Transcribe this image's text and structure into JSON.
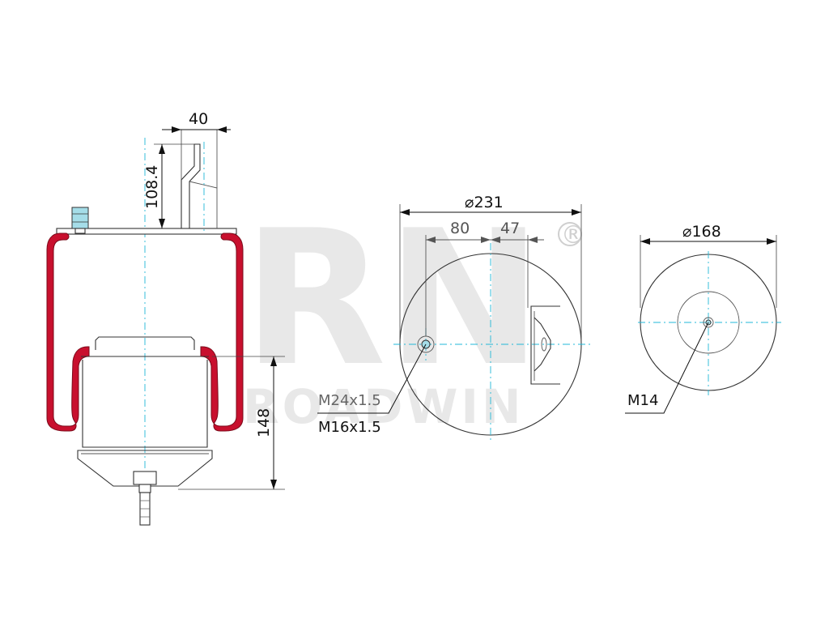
{
  "watermark": {
    "logo": "RN",
    "brand": "ROADWIN",
    "registered": "®"
  },
  "side_view": {
    "dim_width": "40",
    "dim_bracket_height": "108.4",
    "dim_piston_height": "148"
  },
  "top_view": {
    "dim_diameter": "⌀231",
    "dim_offset_left": "80",
    "dim_offset_right": "47",
    "thread_label_1": "M24x1.5",
    "thread_label_2": "M16x1.5"
  },
  "bottom_view": {
    "dim_diameter": "⌀168",
    "thread_label": "M14"
  },
  "colors": {
    "bellow": "#c8102e",
    "centerline": "#22b8d8",
    "nut": "#a5dde8"
  }
}
